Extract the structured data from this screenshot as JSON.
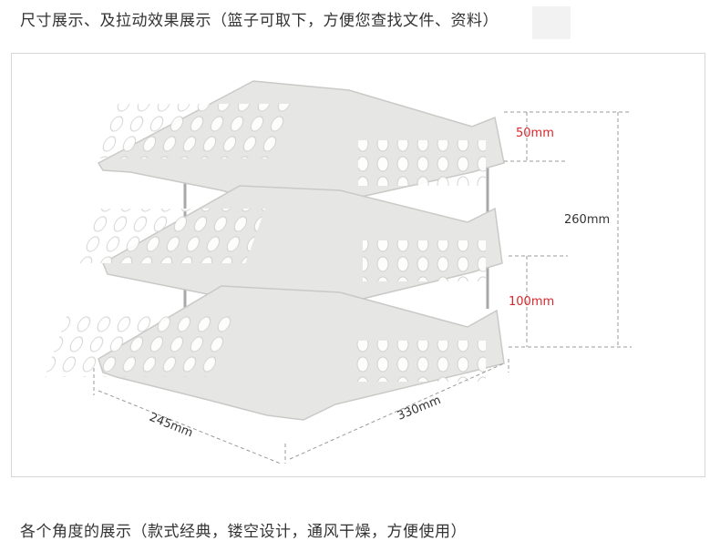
{
  "header": {
    "title": "尺寸展示、及拉动效果展示（篮子可取下，方便您查找文件、资料）"
  },
  "photo": {
    "dimensions": {
      "top_gap": "50mm",
      "total_height": "260mm",
      "tier_gap": "100mm",
      "depth": "245mm",
      "width": "330mm"
    },
    "colors": {
      "highlight": "#d9262b",
      "normal": "#333333",
      "tray": "#e6e6e4"
    }
  },
  "footer": {
    "caption": "各个角度的展示（款式经典，镂空设计，通风干燥，方便使用）"
  }
}
